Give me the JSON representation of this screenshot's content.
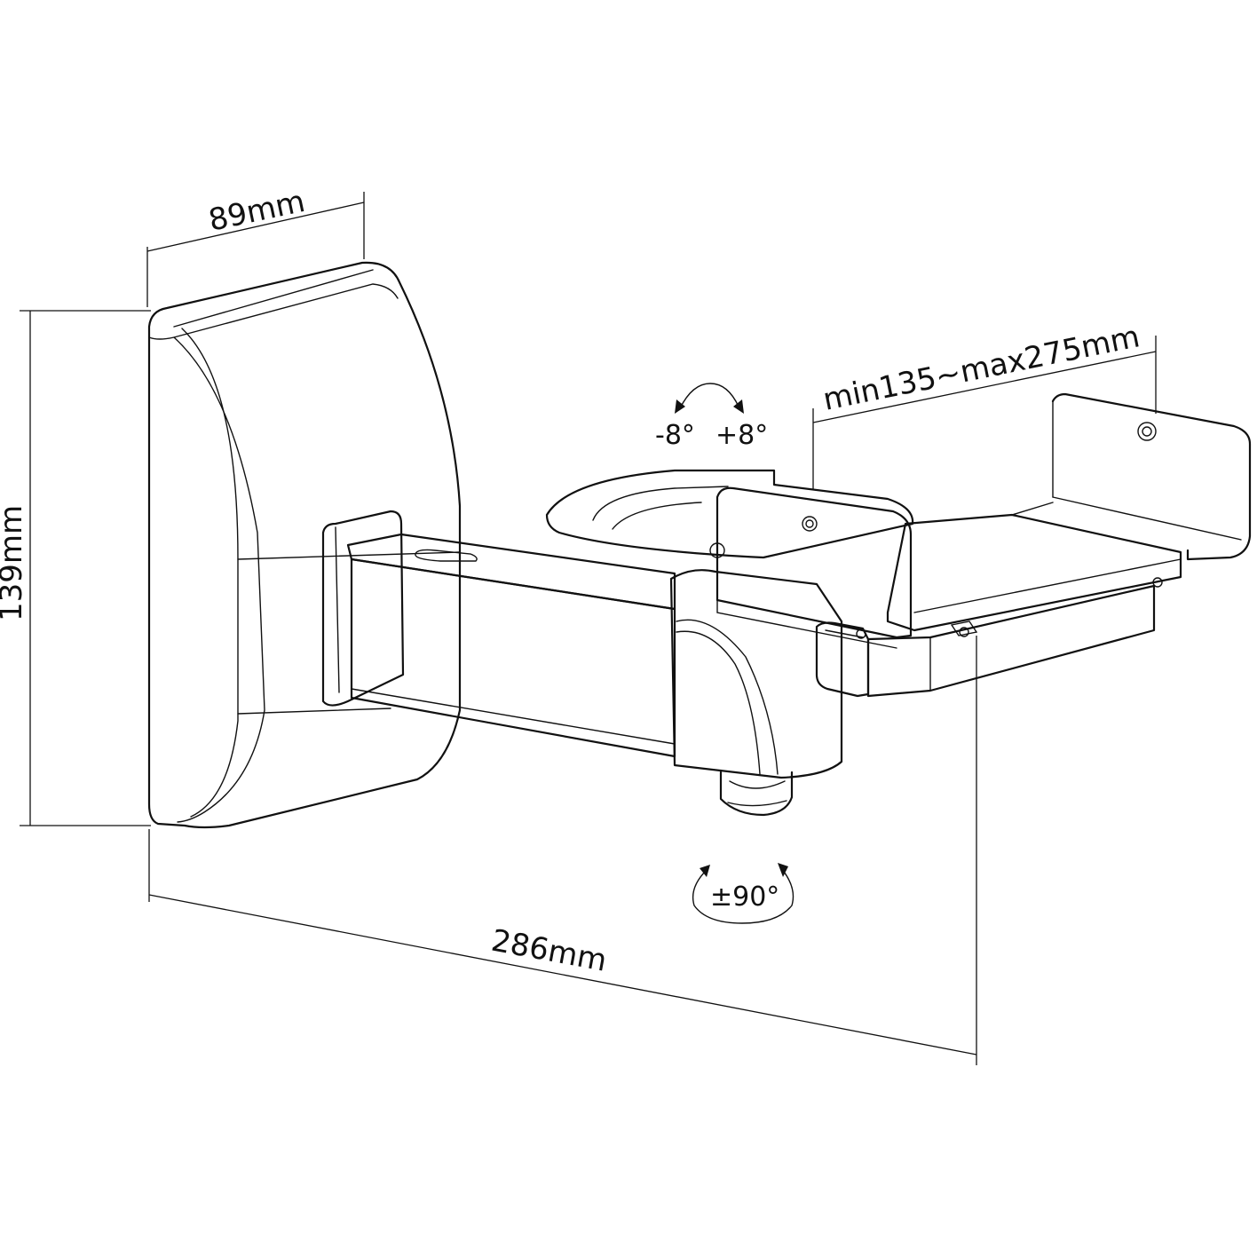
{
  "dimensions": {
    "depth": "89mm",
    "height": "139mm",
    "length": "286mm",
    "clamp_range": "min135~max275mm"
  },
  "adjustments": {
    "tilt_left": "-8°",
    "tilt_right": "+8°",
    "swivel": "±90°"
  },
  "colors": {
    "line": "#111111",
    "background": "#ffffff"
  }
}
